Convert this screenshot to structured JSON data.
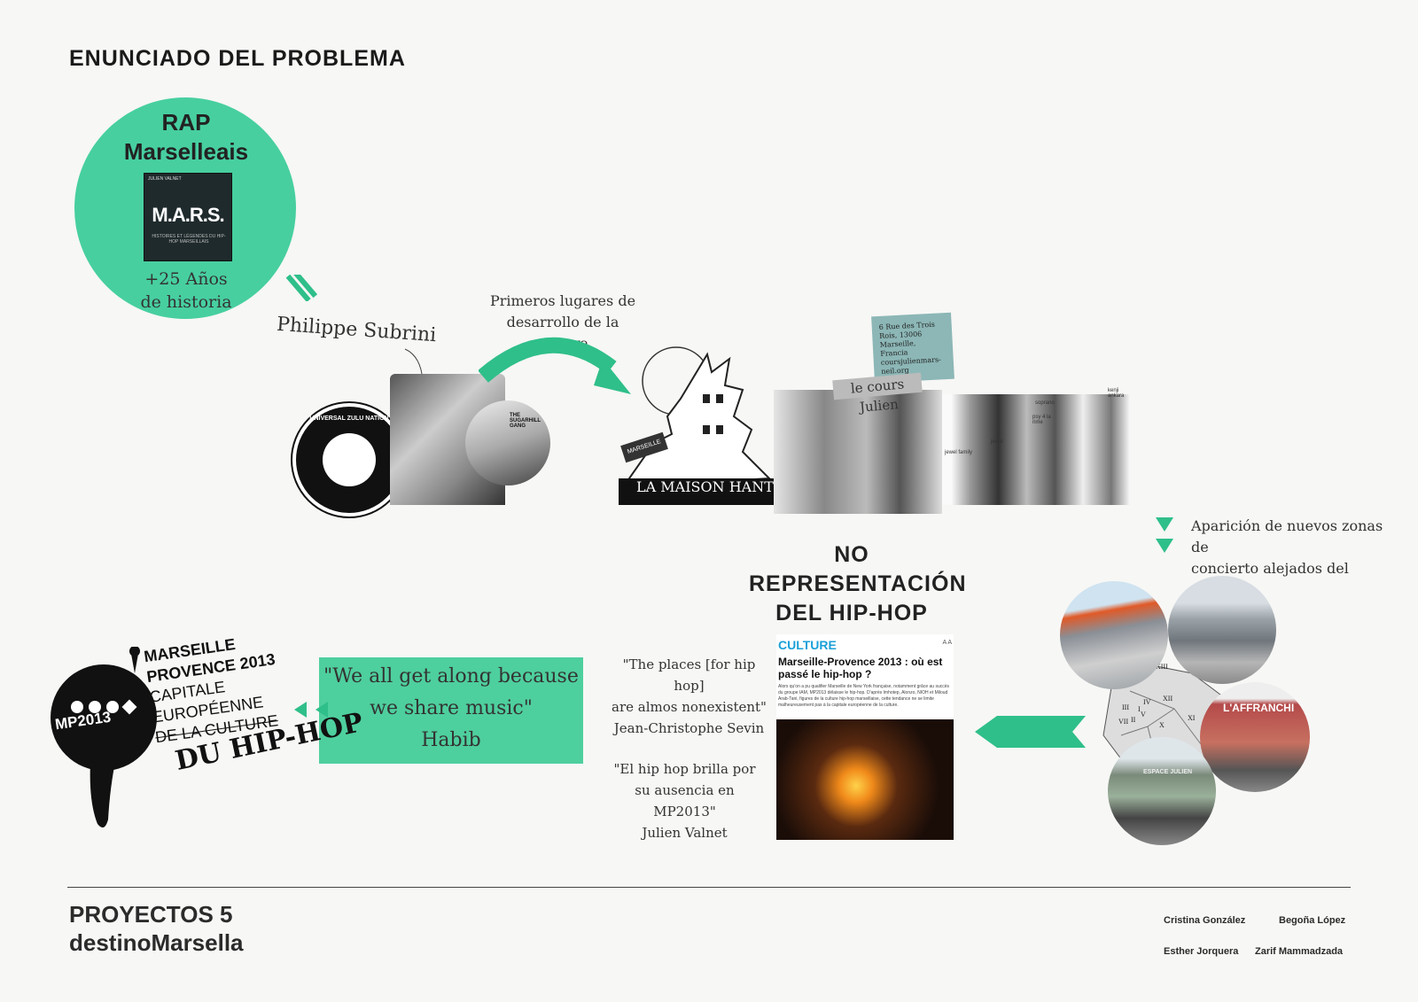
{
  "header": {
    "title": "ENUNCIADO DEL PROBLEMA"
  },
  "rap": {
    "title_line1": "RAP",
    "title_line2": "Marselleais",
    "book": {
      "author": "JULIEN VALNET",
      "title": "M.A.R.S.",
      "subtitle": "HISTOIRES ET LÉGENDES DU HIP-HOP MARSEILLAIS"
    },
    "years_line1": "+25 Años",
    "years_line2": "de historia"
  },
  "subrini": {
    "name": "Philippe Subrini",
    "zulu_text": "UNIVERSAL ZULU NATION"
  },
  "sugarhill": {
    "label": "THE SUGARHILL GANG"
  },
  "primeros": {
    "line1": "Primeros lugares de",
    "line2": "desarrollo de la cultura"
  },
  "maison": {
    "label": "LA MAISON HANTE",
    "sign": "MARSEILLE"
  },
  "cours": {
    "tag": "le cours Julien",
    "address": "6 Rue des Trois Rois, 13006 Marseille, Francia coursjulienmars-neil.org"
  },
  "crew_notes": [
    "soprano",
    "kenji ankara",
    "psy 4 la rime",
    "jewel",
    "jewel family"
  ],
  "aparicion": {
    "line1": "Aparición de nuevos zonas de",
    "line2": "concierto alejados del centro"
  },
  "no_rep": {
    "line1": "NO",
    "line2": "REPRESENTACIÓN",
    "line3": "DEL HIP-HOP"
  },
  "article": {
    "category": "CULTURE",
    "icons": "A A",
    "title": "Marseille-Provence 2013 : où est passé le hip-hop ?",
    "body": "Alors qu'on a pu qualifier Marseille de New York française, notamment grâce au succès du groupe IAM, MP2013 délaisse le hip-hop. D'après Imhotep, Alonzo, NIOH et Miloud Arab-Tani, figures de la culture hip-hop marseillaise, cette tendance ne se limite malheureusement pas à la capitale européenne de la culture."
  },
  "quotes": {
    "q1_line1": "\"The places [for hip hop]",
    "q1_line2": "are almos nonexistent\"",
    "q1_line3": "Jean-Christophe Sevin",
    "q2_line1": "\"El hip hop brilla por",
    "q2_line2": "su ausencia en MP2013\"",
    "q2_line3": "Julien Valnet"
  },
  "habib": {
    "line1": "\"We all get along because",
    "line2": "we share music\"",
    "line3": "Habib"
  },
  "mp2013": {
    "logo": "MP2013",
    "line1": "MARSEILLE",
    "line2": "PROVENCE 2013",
    "line3": "CAPITALE",
    "line4": "EUROPÉENNE",
    "line5": "DE LA CULTURE",
    "scrawl": "DU HIP-HOP"
  },
  "map": {
    "districts": [
      "XIII",
      "XII",
      "III",
      "IV",
      "II",
      "I",
      "V",
      "VII",
      "X",
      "XI"
    ],
    "venue_sign": "L'AFFRANCHI",
    "shop_sign": "ESPACE JULIEN"
  },
  "footer": {
    "title_line1": "PROYECTOS 5",
    "title_line2": "destinoMarsella",
    "names": [
      "Cristina González",
      "Begoña López",
      "Esther Jorquera",
      "Zarif Mammadzada"
    ]
  },
  "colors": {
    "accent": "#47cfa0",
    "arrow": "#2fbf8a",
    "tag": "#8cb7b6"
  }
}
